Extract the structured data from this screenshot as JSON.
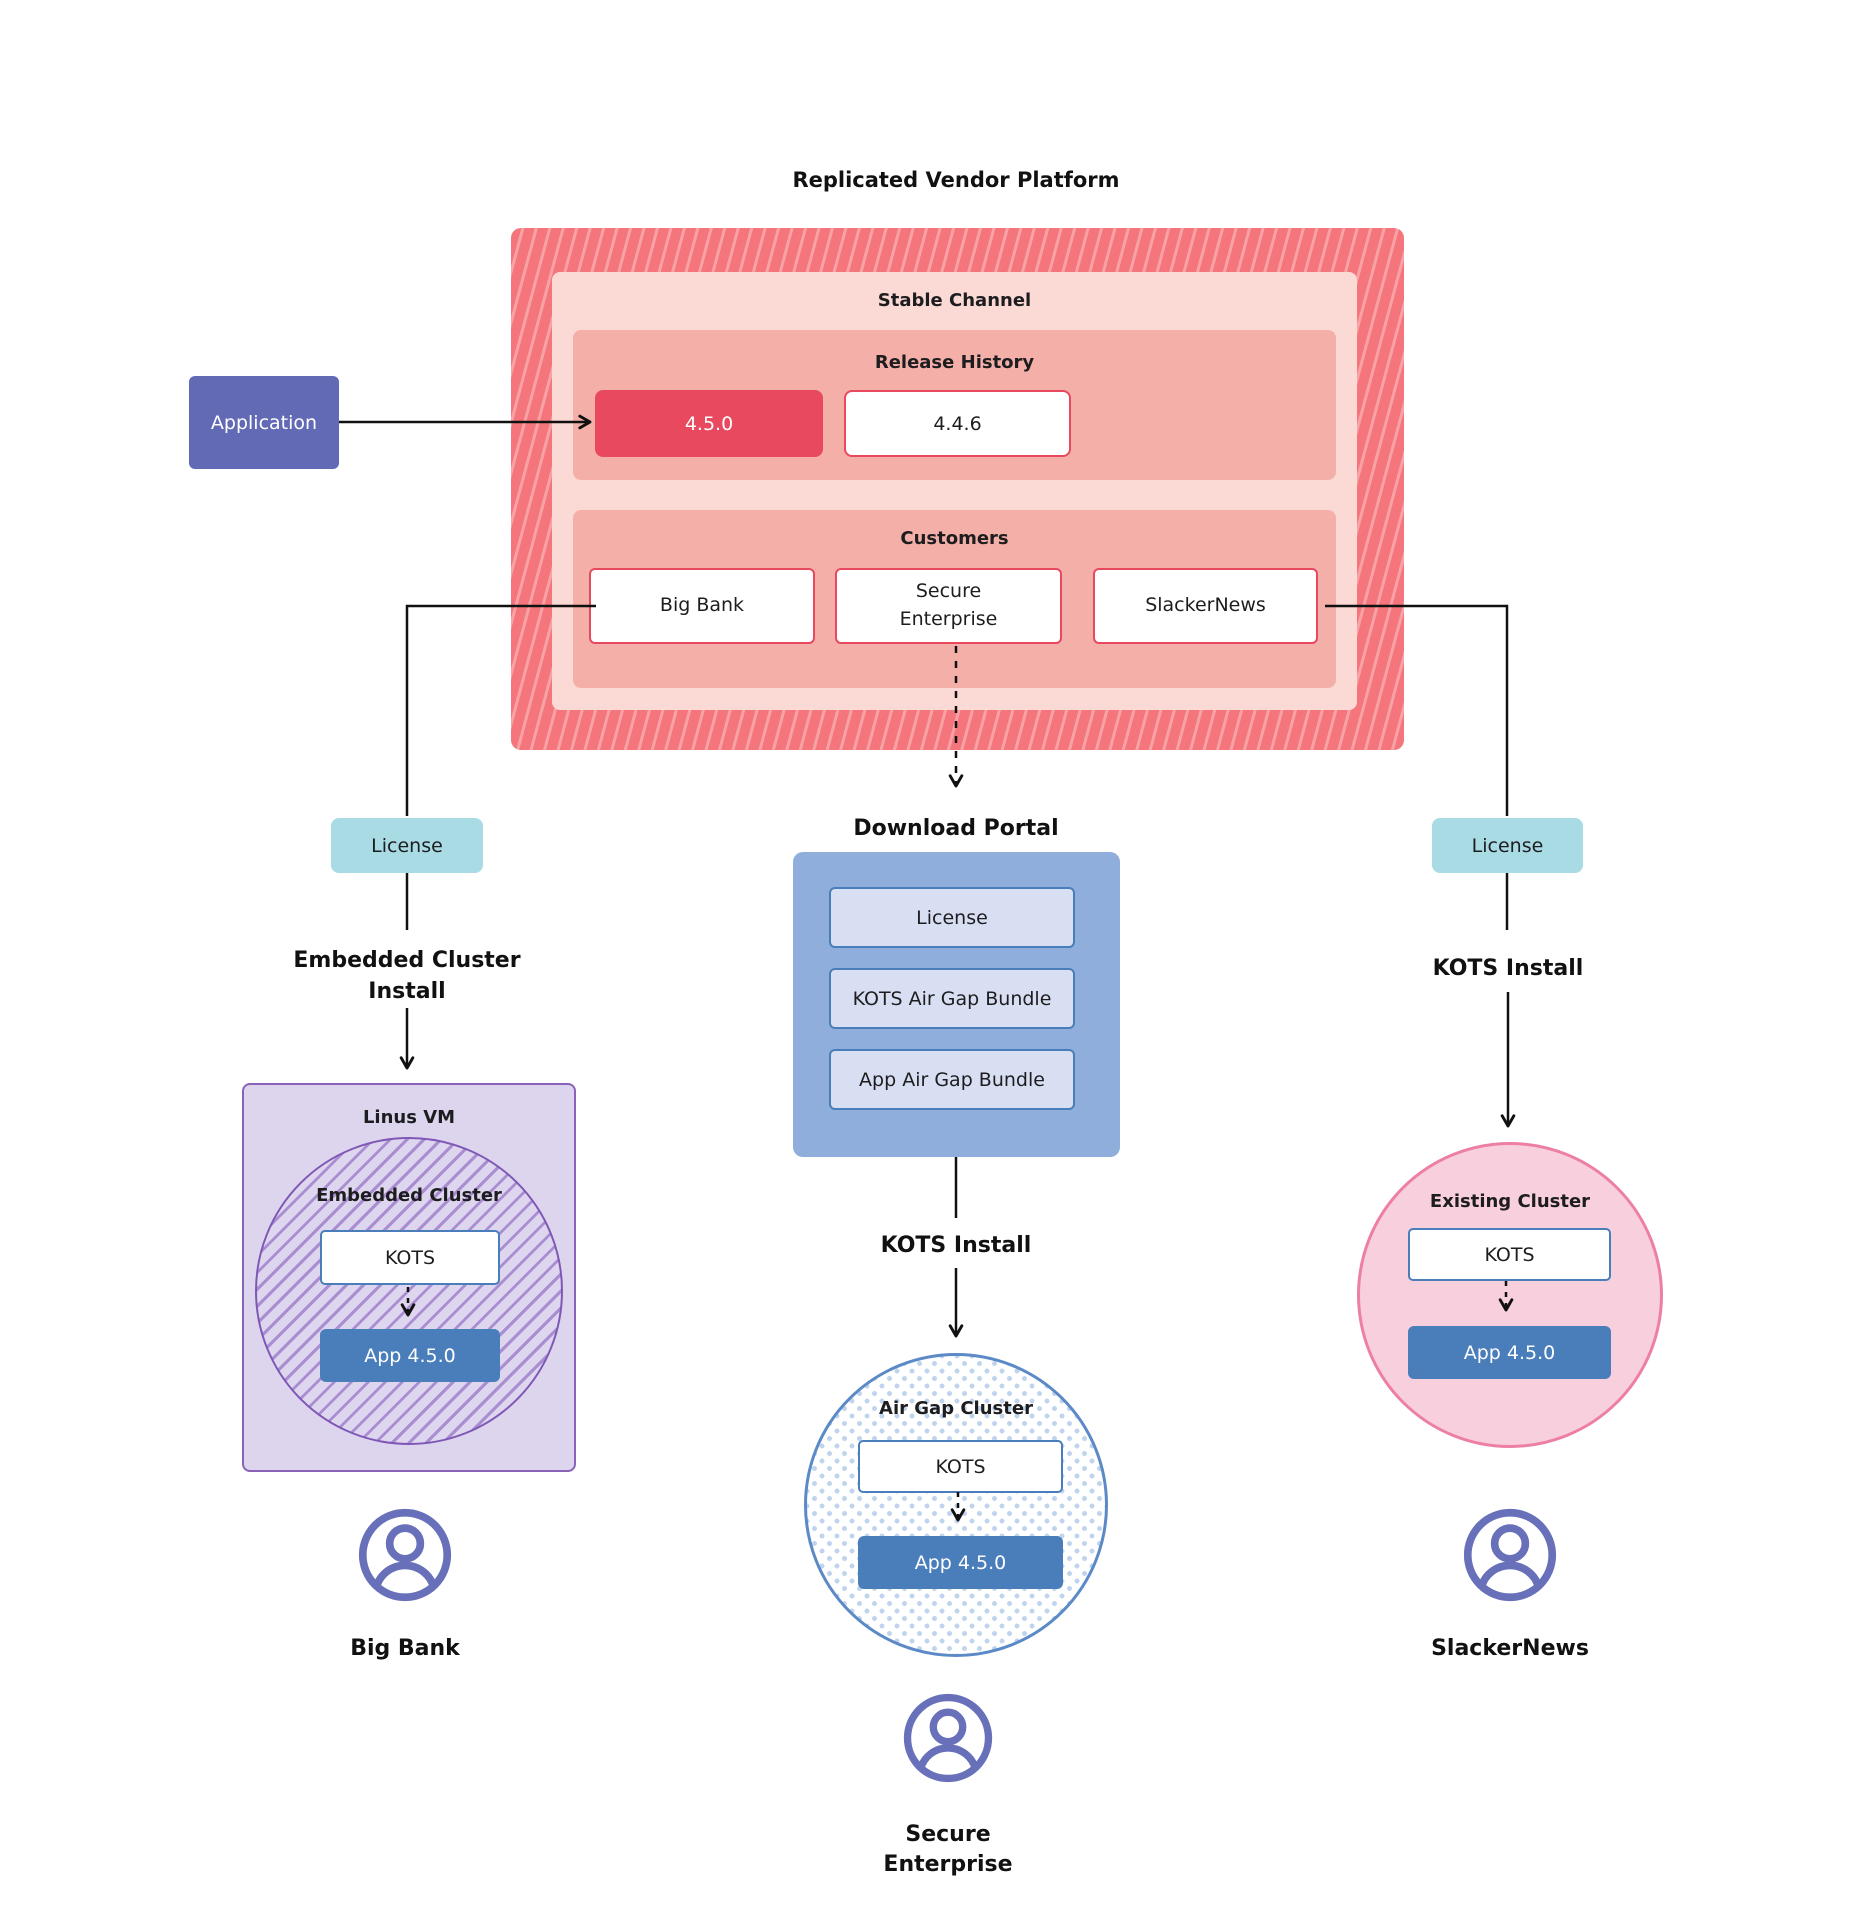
{
  "title": "Replicated Vendor Platform",
  "platform": {
    "stable_channel_label": "Stable Channel",
    "release_history_label": "Release History",
    "releases": [
      {
        "version": "4.5.0",
        "state": "current"
      },
      {
        "version": "4.4.6",
        "state": "previous"
      }
    ],
    "customers_label": "Customers",
    "customers": [
      {
        "name": "Big Bank"
      },
      {
        "name": "Secure Enterprise"
      },
      {
        "name": "SlackerNews"
      }
    ]
  },
  "application_label": "Application",
  "left_branch": {
    "license_label": "License",
    "install_label": "Embedded Cluster Install",
    "vm_label": "Linus VM",
    "cluster_label": "Embedded Cluster",
    "kots_label": "KOTS",
    "app_label": "App 4.5.0",
    "customer_name": "Big Bank"
  },
  "middle_branch": {
    "portal_label": "Download Portal",
    "portal_items": [
      {
        "label": "License"
      },
      {
        "label": "KOTS Air Gap Bundle"
      },
      {
        "label": "App Air Gap Bundle"
      }
    ],
    "install_label": "KOTS Install",
    "cluster_label": "Air Gap Cluster",
    "kots_label": "KOTS",
    "app_label": "App 4.5.0",
    "customer_name": "Secure Enterprise"
  },
  "right_branch": {
    "license_label": "License",
    "install_label": "KOTS Install",
    "cluster_label": "Existing Cluster",
    "kots_label": "KOTS",
    "app_label": "App 4.5.0",
    "customer_name": "SlackerNews"
  },
  "colors": {
    "platform_red": "#e8495e",
    "platform_hatch": "#f4757b",
    "stable_pink": "#fbd9d4",
    "band_salmon": "#f5afa9",
    "application_purple": "#6269b5",
    "license_teal": "#a9dbe4",
    "vm_purple": "#ddd5ee",
    "kots_blue": "#4a7ebb",
    "portal_blue": "#8faedc",
    "existing_pink": "#f8cfdc",
    "person_purple": "#6770b9"
  }
}
